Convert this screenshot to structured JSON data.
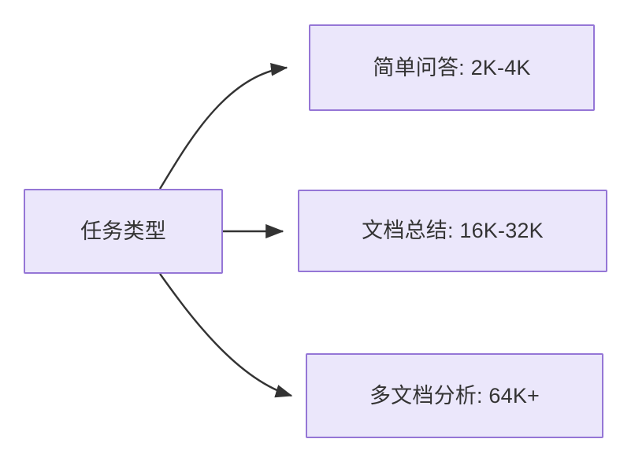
{
  "diagram": {
    "type": "flowchart",
    "direction": "left-to-right",
    "background_color": "#ffffff",
    "node_fill_color": "#ebe7fb",
    "node_border_color": "#9576d6",
    "node_text_color": "#333333",
    "edge_color": "#333333",
    "nodes": [
      {
        "id": "root",
        "label": "任务类型"
      },
      {
        "id": "simple_qa",
        "label": "简单问答: 2K-4K"
      },
      {
        "id": "doc_summary",
        "label": "文档总结: 16K-32K"
      },
      {
        "id": "multi_doc",
        "label": "多文档分析: 64K+"
      }
    ],
    "edges": [
      {
        "from": "root",
        "to": "simple_qa",
        "style": "curved",
        "arrow": "end"
      },
      {
        "from": "root",
        "to": "doc_summary",
        "style": "straight",
        "arrow": "end"
      },
      {
        "from": "root",
        "to": "multi_doc",
        "style": "curved",
        "arrow": "end"
      }
    ]
  }
}
